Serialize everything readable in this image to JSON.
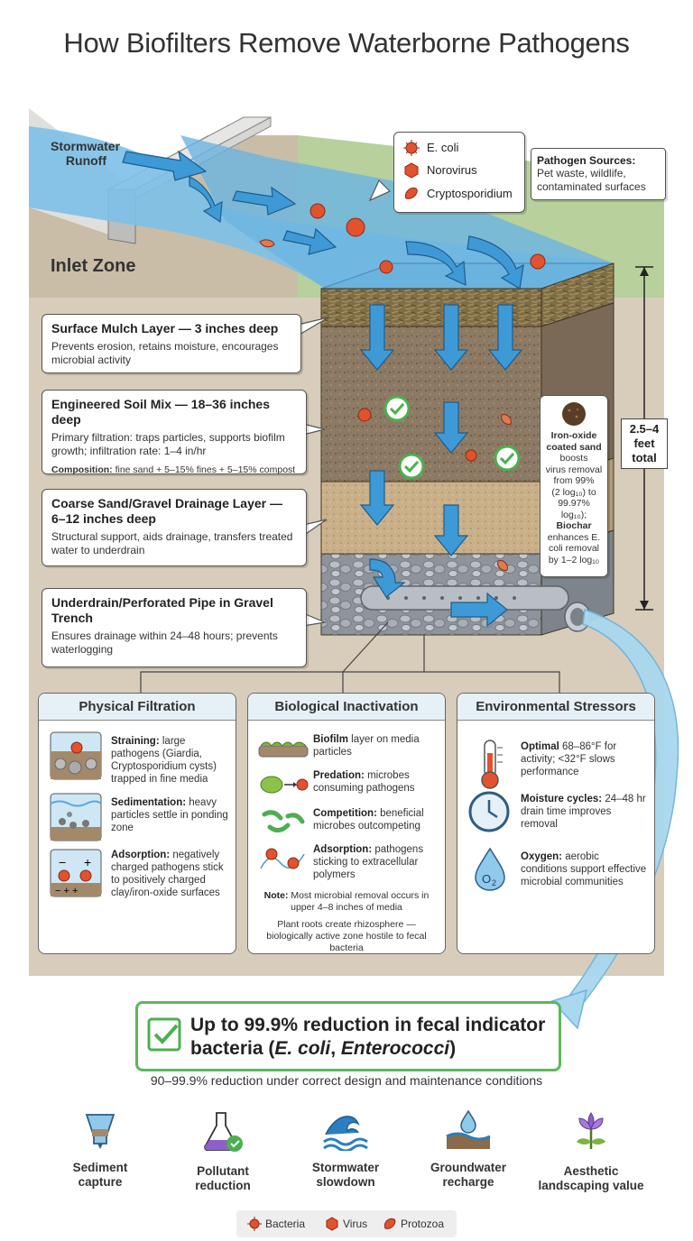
{
  "title": "How Biofilters Remove Waterborne Pathogens",
  "inlet": {
    "runoff_line1": "Stormwater",
    "runoff_line2": "Runoff",
    "zone_label": "Inlet Zone"
  },
  "pathogen_types": [
    "E. coli",
    "Norovirus",
    "Cryptosporidium"
  ],
  "pathogen_sources": {
    "title": "Pathogen Sources:",
    "line1": "Pet waste, wildlife,",
    "line2": "contaminated surfaces"
  },
  "layers": {
    "mulch": {
      "title": "Surface Mulch Layer — 3 inches deep",
      "desc": "Prevents erosion, retains moisture, encourages microbial activity"
    },
    "soil": {
      "title": "Engineered Soil Mix — 18–36 inches deep",
      "desc": "Primary filtration: traps particles, supports biofilm growth; infiltration rate: 1–4 in/hr",
      "composition_label": "Composition:",
      "composition": "fine sand + 5–15% fines + 5–15% compost"
    },
    "gravel": {
      "title": "Coarse Sand/Gravel Drainage Layer — 6–12 inches deep",
      "desc": "Structural support, aids drainage, transfers treated water to underdrain"
    },
    "underdrain": {
      "title": "Underdrain/Perforated Pipe in Gravel Trench",
      "desc": "Ensures drainage within 24–48 hours; prevents waterlogging"
    }
  },
  "amendment": {
    "iron_title_1": "Iron-oxide",
    "iron_title_2": "coated sand",
    "l1": "boosts",
    "l2": "virus removal",
    "l3": "from 99%",
    "l4": "(2 log₁₀) to",
    "l5": "99.97% log₁₀);",
    "biochar": "Biochar",
    "b1": "enhances E.",
    "b2": "coli removal",
    "b3": "by 1–2 log₁₀"
  },
  "depth": {
    "line1": "2.5–4",
    "line2": "feet",
    "line3": "total"
  },
  "panels": {
    "physical": {
      "title": "Physical Filtration",
      "items": [
        {
          "term": "Straining:",
          "text": " large pathogens (Giardia, Cryptosporidium cysts) trapped in fine media"
        },
        {
          "term": "Sedimentation:",
          "text": " heavy particles settle in ponding zone"
        },
        {
          "term": "Adsorption:",
          "text": " negatively charged pathogens stick to positively charged clay/iron-oxide surfaces"
        }
      ]
    },
    "biological": {
      "title": "Biological Inactivation",
      "items": [
        {
          "term": "Biofilm",
          "text": " layer on media particles"
        },
        {
          "term": "Predation:",
          "text": " microbes consuming pathogens"
        },
        {
          "term": "Competition:",
          "text": " beneficial microbes outcompeting"
        },
        {
          "term": "Adsorption:",
          "text": " pathogens sticking to extracellular polymers"
        }
      ],
      "note_label": "Note:",
      "note": " Most microbial removal occurs in upper 4–8 inches of media",
      "roots": "Plant roots create rhizosphere — biologically active zone hostile to fecal bacteria"
    },
    "environmental": {
      "title": "Environmental Stressors",
      "items": [
        {
          "term": "Optimal",
          "text": " 68–86°F for activity; <32°F slows performance"
        },
        {
          "term": "Moisture cycles:",
          "text": " 24–48 hr drain time improves removal"
        },
        {
          "term": "Oxygen:",
          "text": " aerobic conditions support effective microbial communities"
        }
      ]
    }
  },
  "result": {
    "prefix": "Up to 99.9% reduction in fecal indicator",
    "line2_start": "bacteria (",
    "species1": "E. coli",
    "sep": ", ",
    "species2": "Enterococci",
    "line2_end": ")",
    "subtitle": "90–99.9% reduction under correct design and maintenance conditions"
  },
  "benefits": [
    {
      "line1": "Sediment",
      "line2": "capture"
    },
    {
      "line1": "Pollutant",
      "line2": "reduction"
    },
    {
      "line1": "Stormwater",
      "line2": "slowdown"
    },
    {
      "line1": "Groundwater",
      "line2": "recharge"
    },
    {
      "line1": "Aesthetic",
      "line2": "landscaping value"
    }
  ],
  "legend": [
    "Bacteria",
    "Virus",
    "Protozoa"
  ],
  "colors": {
    "water": "#5aa9dc",
    "grass": "#b5cf9a",
    "mulch": "#7a6a44",
    "soil": "#8a7763",
    "sand": "#c6ad85",
    "gravel": "#9aa1a8",
    "pathogen": "#e2522e",
    "check_green": "#4caf50"
  }
}
